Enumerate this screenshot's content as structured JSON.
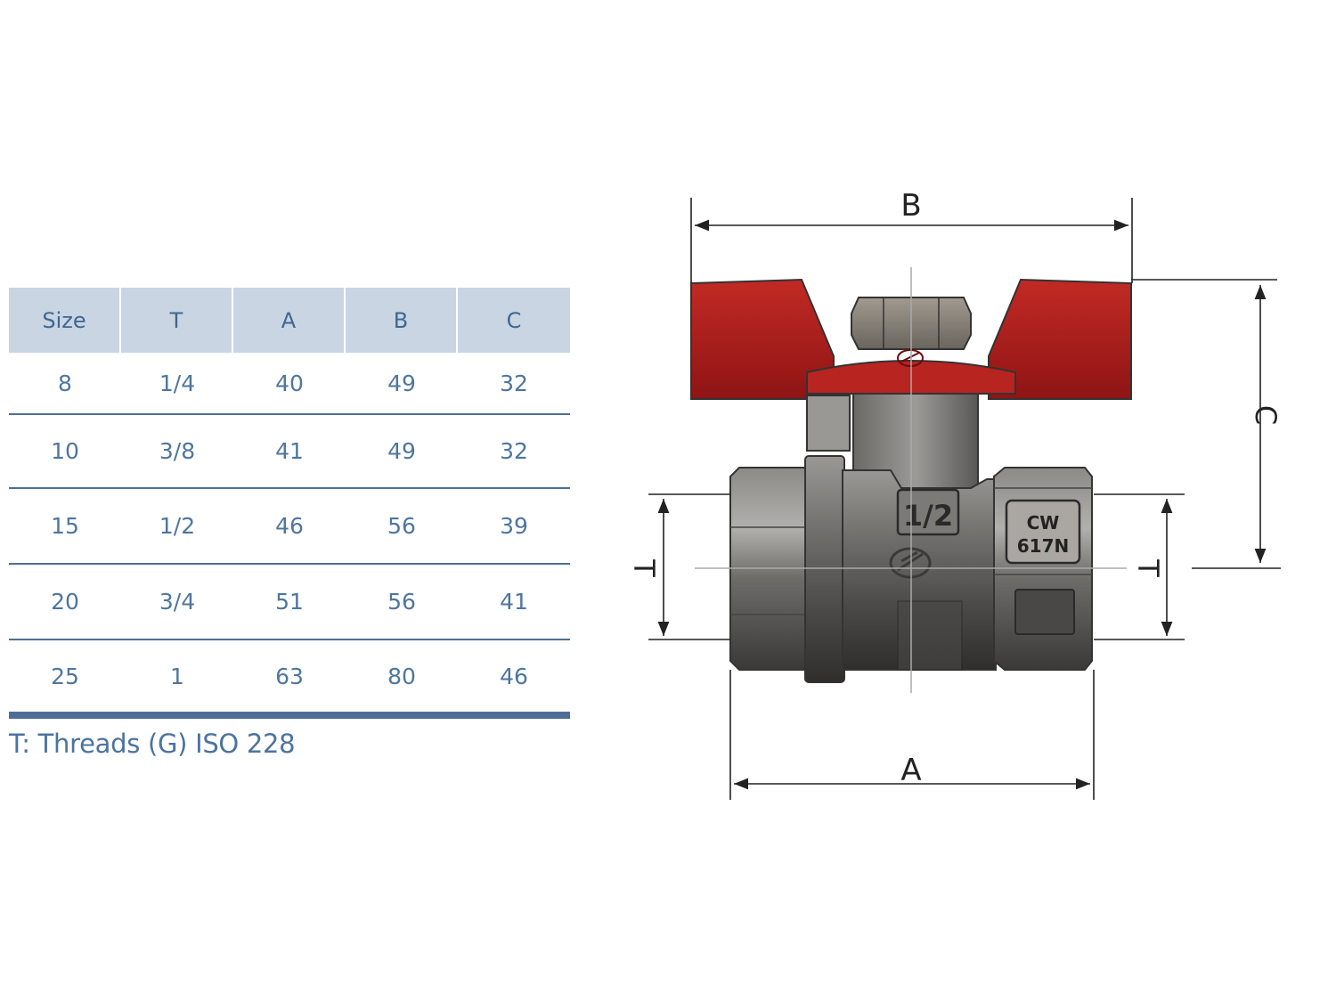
{
  "table": {
    "headers": [
      "Size",
      "T",
      "A",
      "B",
      "C"
    ],
    "rows": [
      [
        "8",
        "1/4",
        "40",
        "49",
        "32"
      ],
      [
        "10",
        "3/8",
        "41",
        "49",
        "32"
      ],
      [
        "15",
        "1/2",
        "46",
        "56",
        "39"
      ],
      [
        "20",
        "3/4",
        "51",
        "56",
        "41"
      ],
      [
        "25",
        "1",
        "63",
        "80",
        "46"
      ]
    ]
  },
  "footnote": "T: Threads (G) ISO 228",
  "drawing": {
    "dimension_labels": {
      "b": "B",
      "c": "C",
      "a": "A",
      "t_left": "T",
      "t_right": "T"
    },
    "body_marking": "1/2",
    "material_marking_line1": "CW",
    "material_marking_line2": "617N"
  },
  "colors": {
    "header_bg": "#c9d5e3",
    "text": "#4e76a0",
    "rule": "#4d6f97",
    "handle": "#b11c1c"
  }
}
